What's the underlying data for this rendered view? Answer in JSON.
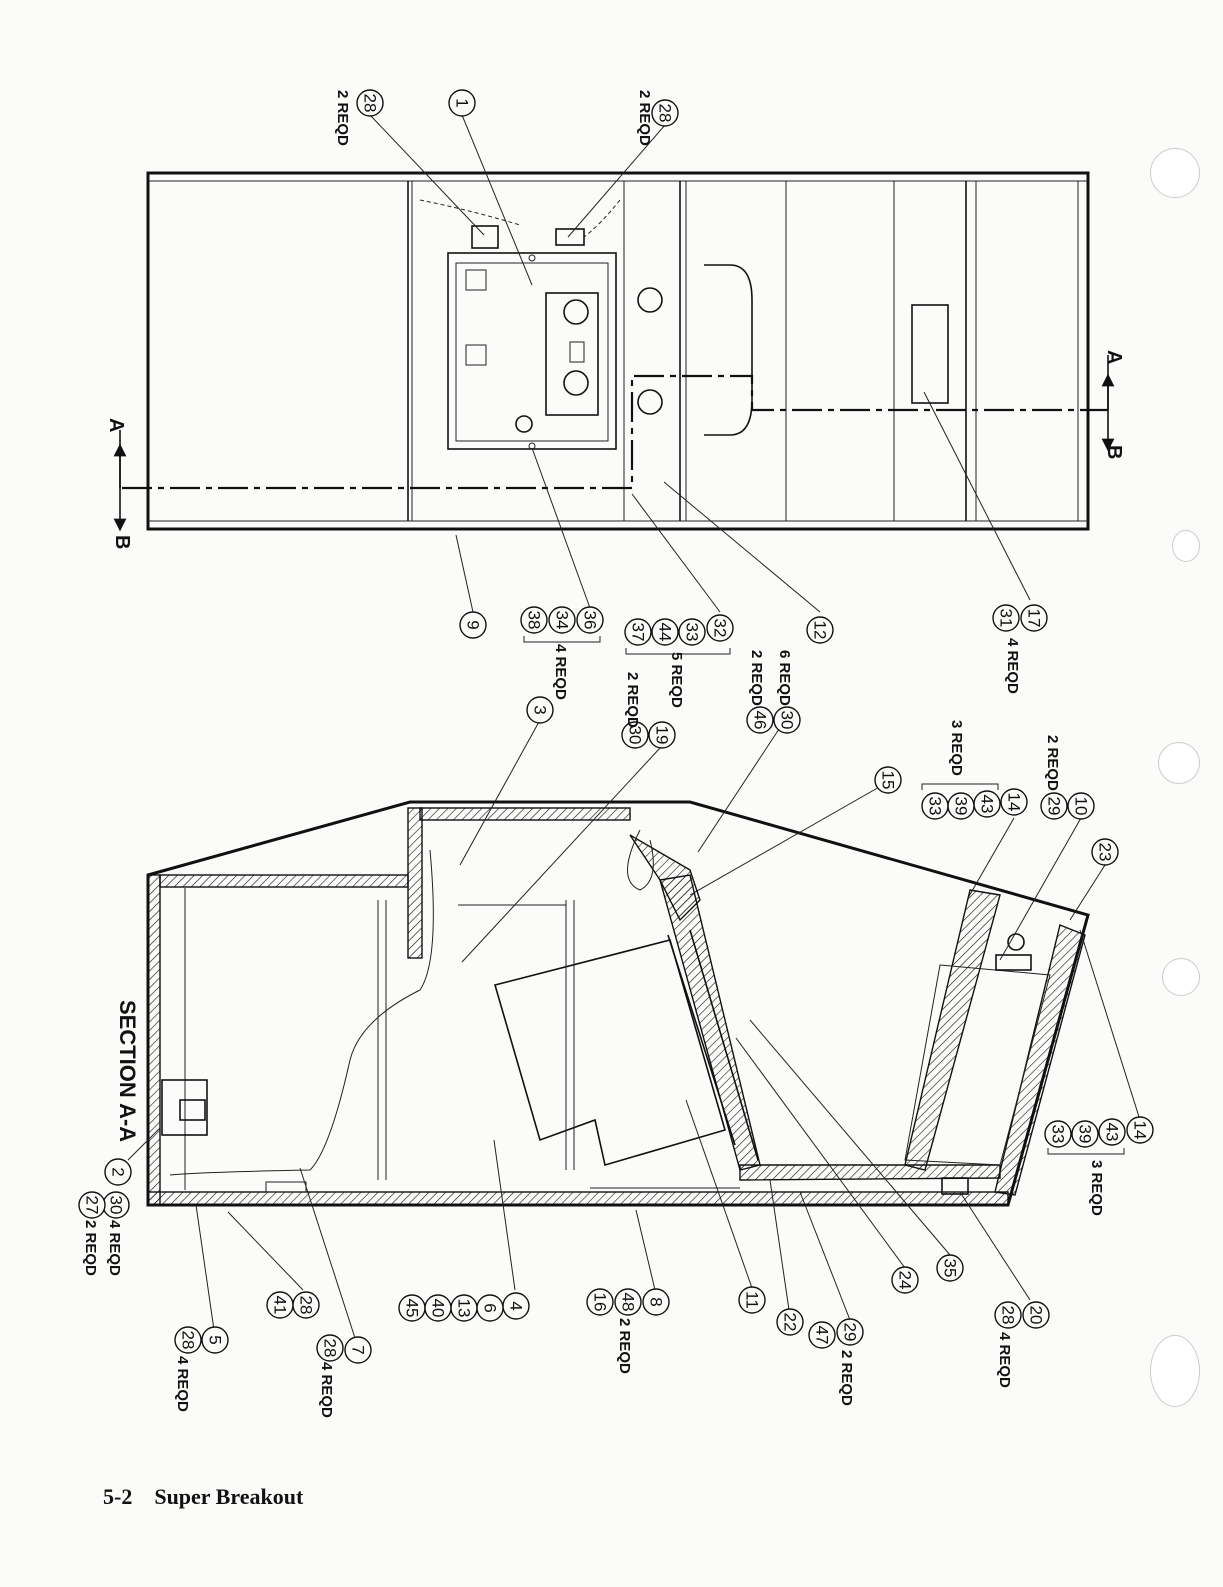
{
  "footer": {
    "page_number": "5-2",
    "title": "Super Breakout"
  },
  "section_label": "SECTION A-A",
  "section_markers": {
    "a": "A",
    "b": "B"
  },
  "callouts": {
    "c1": "1",
    "c2": "2",
    "c3": "3",
    "c4": "4",
    "c5": "5",
    "c6": "6",
    "c7": "7",
    "c8": "8",
    "c9": "9",
    "c10": "10",
    "c11": "11",
    "c12": "12",
    "c13": "13",
    "c14a": "14",
    "c14b": "14",
    "c15": "15",
    "c16": "16",
    "c17": "17",
    "c19": "19",
    "c20": "20",
    "c22": "22",
    "c23": "23",
    "c24": "24",
    "c27": "27",
    "c28a": "28",
    "c28b": "28",
    "c28c": "28",
    "c28d": "28",
    "c28e": "28",
    "c28f": "28",
    "c29a": "29",
    "c29b": "29",
    "c30a": "30",
    "c30b": "30",
    "c30c": "30",
    "c31": "31",
    "c32": "32",
    "c33a": "33",
    "c33b": "33",
    "c33c": "33",
    "c34": "34",
    "c35": "35",
    "c36": "36",
    "c37": "37",
    "c38": "38",
    "c39a": "39",
    "c39b": "39",
    "c40": "40",
    "c41": "41",
    "c43a": "43",
    "c43b": "43",
    "c44": "44",
    "c45": "45",
    "c46": "46",
    "c47": "47",
    "c48": "48"
  },
  "quantities": {
    "q28_top_left": "2 REQD",
    "q28_top_right": "2 REQD",
    "q17_31": "4 REQD",
    "q36_34_38": "4 REQD",
    "q32_group": "5 REQD",
    "q30_19": "2 REQD",
    "q30_46_a": "6 REQD",
    "q30_46_b": "2 REQD",
    "q29_10": "2 REQD",
    "q14_top": "3 REQD",
    "q14_bottom": "3 REQD",
    "q5": "4 REQD",
    "q7": "4 REQD",
    "q8": "2 REQD",
    "q29_47": "2 REQD",
    "q20": "4 REQD",
    "q30_left": "4 REQD",
    "q27": "2 REQD"
  }
}
